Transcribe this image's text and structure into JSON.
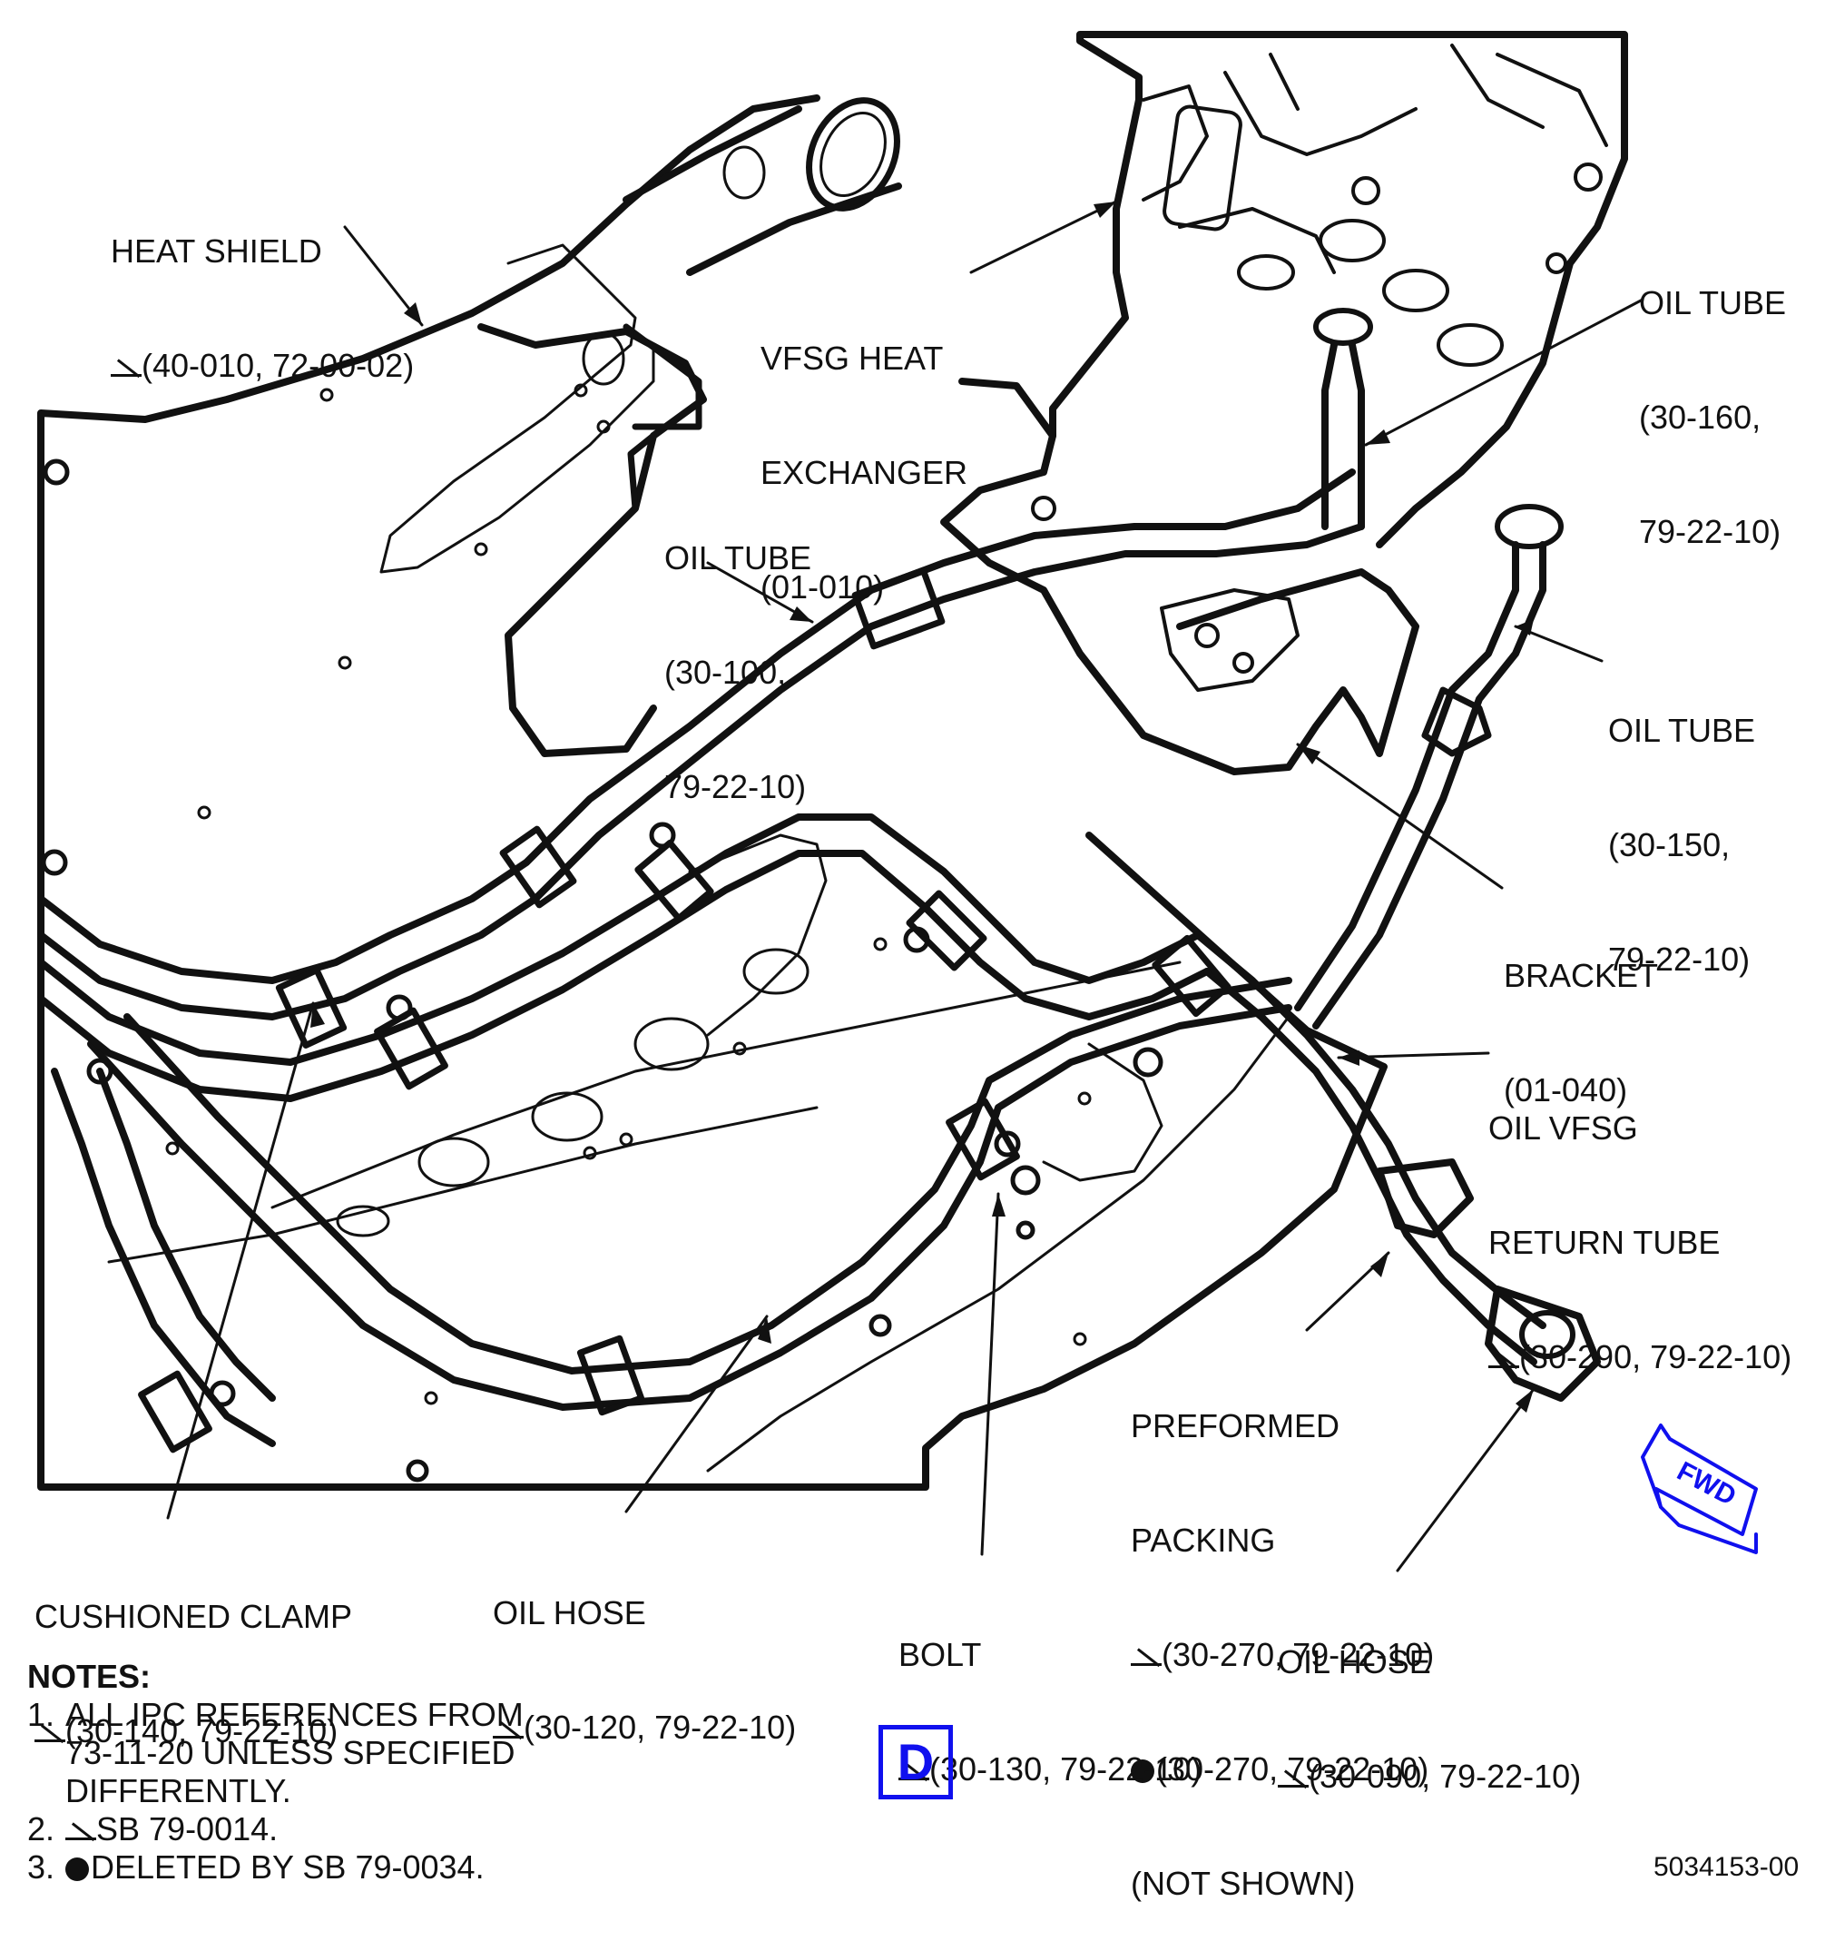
{
  "labels": {
    "heat_shield": {
      "lines": [
        "HEAT SHIELD",
        "(40-010, 72-00-02)"
      ],
      "marker": "triangle"
    },
    "vfsg_heat_exchanger": {
      "lines": [
        "VFSG HEAT",
        "EXCHANGER",
        "(01-010)"
      ]
    },
    "oil_tube_160": {
      "lines": [
        "OIL TUBE",
        "(30-160,",
        "79-22-10)"
      ]
    },
    "oil_tube_100": {
      "lines": [
        "OIL TUBE",
        "(30-100,",
        "79-22-10)"
      ]
    },
    "oil_tube_150": {
      "lines": [
        "OIL TUBE",
        "(30-150,",
        "79-22-10)"
      ]
    },
    "bracket": {
      "lines": [
        "BRACKET",
        "(01-040)"
      ]
    },
    "oil_vfsg_return_tube": {
      "lines": [
        "OIL VFSG",
        "RETURN TUBE",
        "(30-290, 79-22-10)"
      ],
      "marker": "triangle"
    },
    "preformed_packing": {
      "lines": [
        "PREFORMED",
        "PACKING",
        "(30-270, 79-22-10)",
        "(30-270, 79-22-10)",
        "(NOT SHOWN)"
      ]
    },
    "cushioned_clamp": {
      "lines": [
        "CUSHIONED CLAMP",
        "(30-140, 79-22-10)"
      ],
      "marker": "triangle"
    },
    "oil_hose_120": {
      "lines": [
        "OIL HOSE",
        "(30-120, 79-22-10)"
      ],
      "marker": "triangle"
    },
    "bolt": {
      "lines": [
        "BOLT",
        "(30-130, 79-22-10)"
      ],
      "marker": "triangle"
    },
    "oil_hose_090": {
      "lines": [
        "OIL HOSE",
        "(30-090, 79-22-10)"
      ],
      "marker": "triangle"
    }
  },
  "fwd_arrow": {
    "text": "FWD",
    "color": "#1010ee"
  },
  "notes": {
    "title": "NOTES:",
    "items": [
      {
        "num": "1.",
        "lines": [
          "ALL IPC REFERENCES FROM",
          "73-11-20 UNLESS SPECIFIED",
          "DIFFERENTLY."
        ]
      },
      {
        "num": "2.",
        "text": "SB 79-0014."
      },
      {
        "num": "3.",
        "text": "DELETED BY SB 79-0034."
      }
    ]
  },
  "view_label": "D",
  "view_color": "#1010ee",
  "drawing_number": "5034153-00"
}
